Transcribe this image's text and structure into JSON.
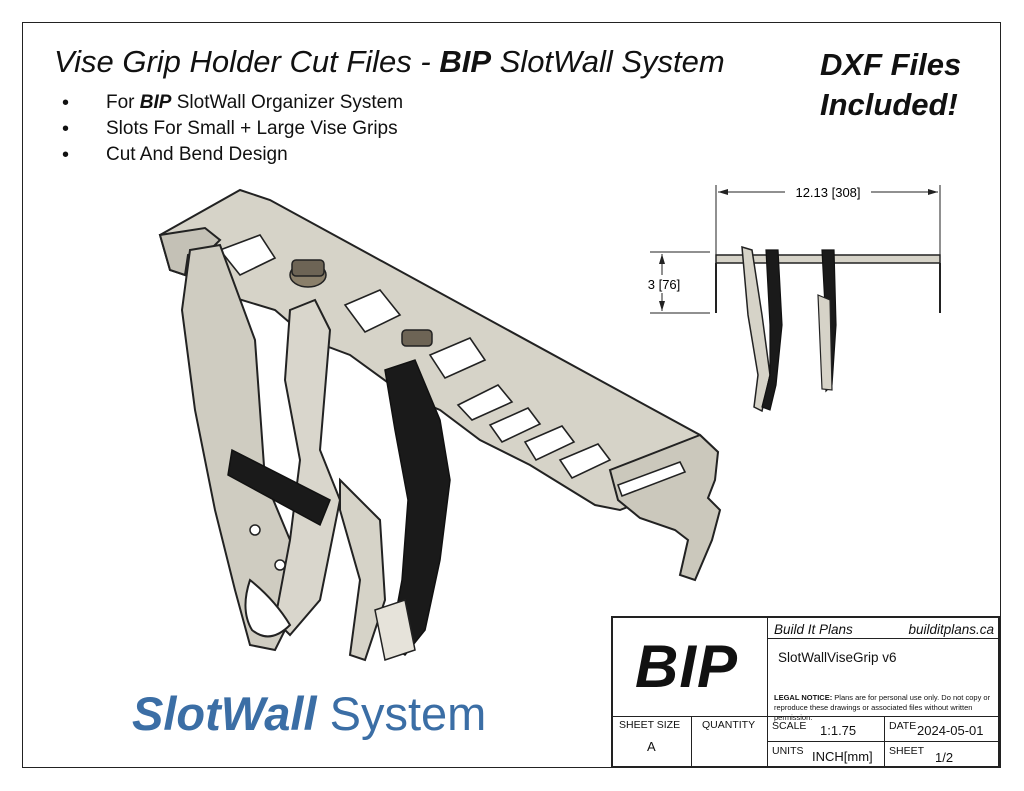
{
  "title": {
    "prefix": "Vise Grip Holder Cut Files - ",
    "brand": "BIP",
    "suffix": " SlotWall System"
  },
  "dxf_note": {
    "line1": "DXF Files",
    "line2": "Included!"
  },
  "bullets": [
    {
      "pre": "For ",
      "bold": "BIP",
      "post": " SlotWall Organizer System"
    },
    {
      "pre": "Slots For Small + Large Vise Grips",
      "bold": "",
      "post": ""
    },
    {
      "pre": "Cut And Bend Design",
      "bold": "",
      "post": ""
    }
  ],
  "dimensions": {
    "width": "12.13 [308]",
    "height": "3 [76]"
  },
  "brand_footer": {
    "bold": "SlotWall",
    "rest": " System"
  },
  "title_block": {
    "logo": "BIP",
    "company": "Build It Plans",
    "website": "builditplans.ca",
    "part_name": "SlotWallViseGrip v6",
    "legal_label": "LEGAL NOTICE:",
    "legal_text": " Plans are for personal use only. Do not copy or reproduce these drawings or associated files without written permission.",
    "sheet_size_label": "SHEET SIZE",
    "sheet_size": "A",
    "quantity_label": "QUANTITY",
    "quantity": "",
    "scale_label": "SCALE",
    "scale": "1:1.75",
    "date_label": "DATE",
    "date": "2024-05-01",
    "units_label": "UNITS",
    "units": "INCH[mm]",
    "sheet_label": "SHEET",
    "sheet": "1/2"
  },
  "colors": {
    "metal": "#d6d3c8",
    "metal_dark": "#9e9b91",
    "grip": "#1a1a1a",
    "brand_blue": "#3b6ea5"
  }
}
